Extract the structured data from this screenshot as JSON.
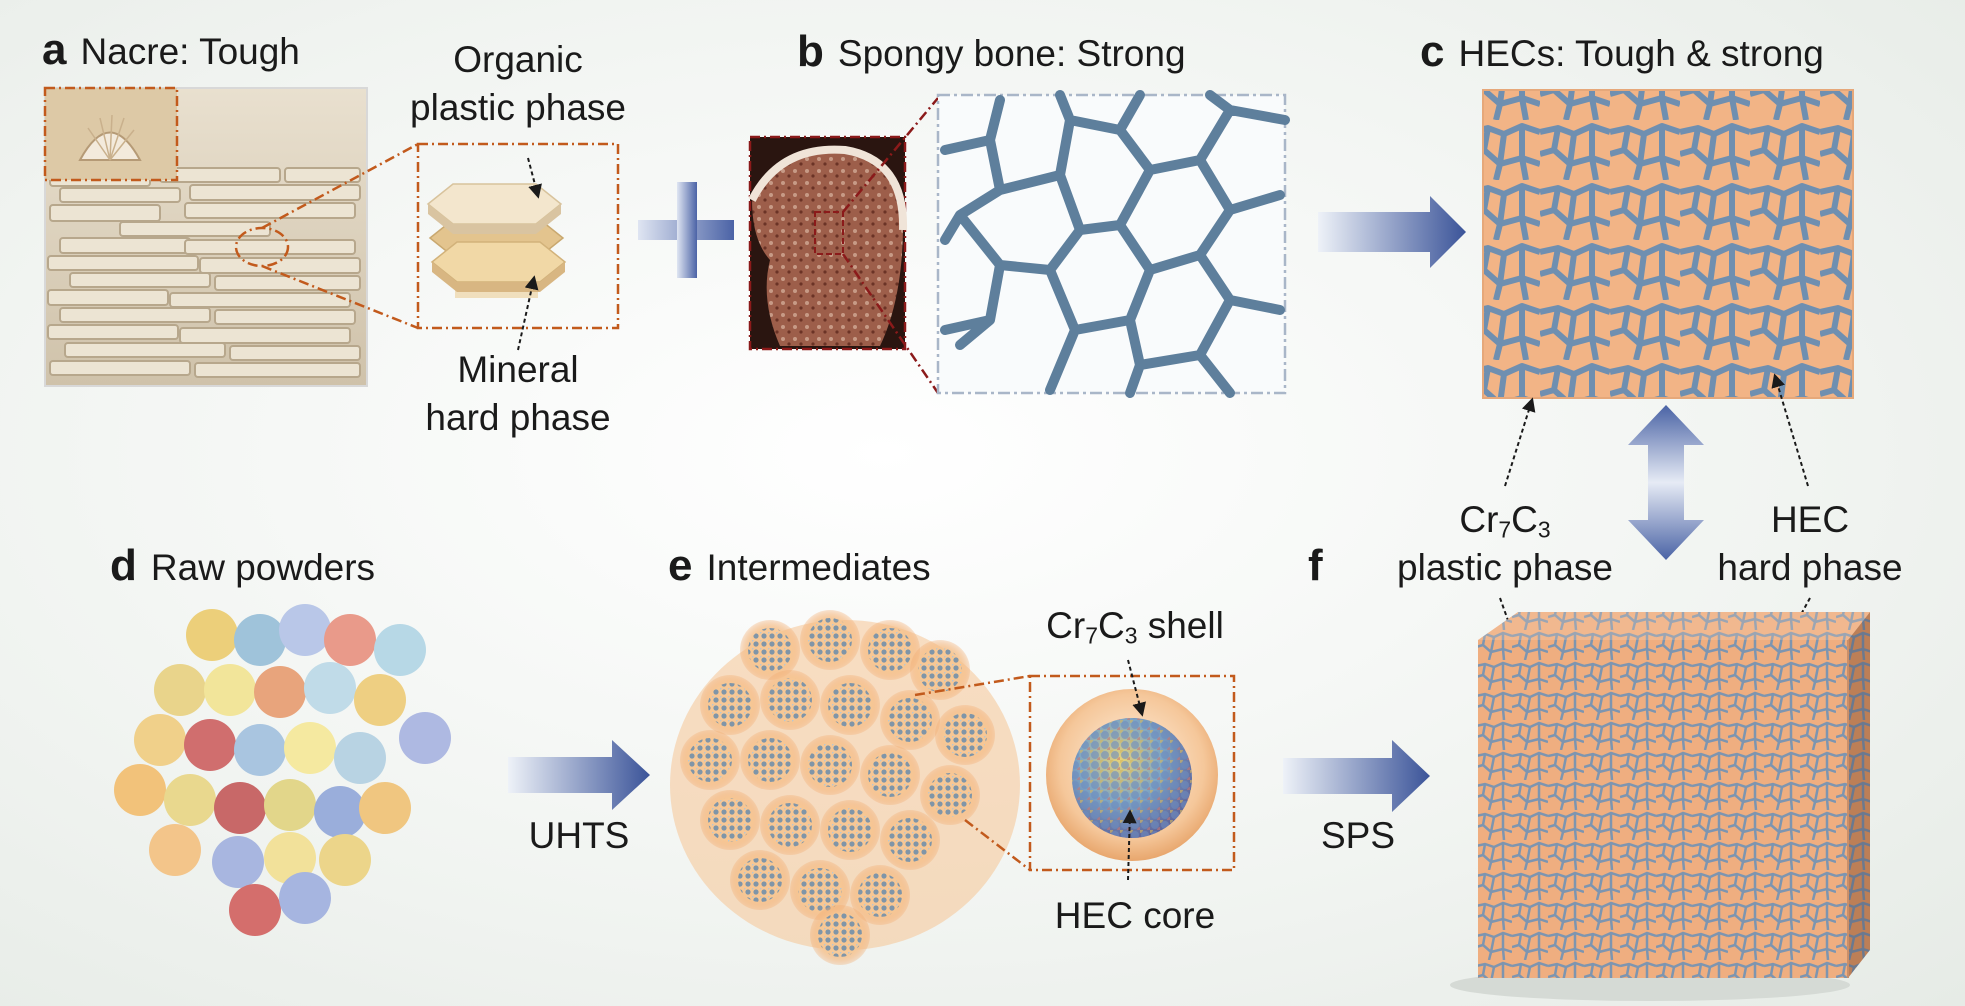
{
  "panels": {
    "a": {
      "letter": "a",
      "title": "Nacre: Tough"
    },
    "b": {
      "letter": "b",
      "title": "Spongy bone: Strong"
    },
    "c": {
      "letter": "c",
      "title": "HECs: Tough & strong"
    },
    "d": {
      "letter": "d",
      "title": "Raw powders"
    },
    "e": {
      "letter": "e",
      "title": "Intermediates"
    },
    "f": {
      "letter": "f",
      "title": ""
    }
  },
  "labels": {
    "organic_line1": "Organic",
    "organic_line2": "plastic phase",
    "mineral_line1": "Mineral",
    "mineral_line2": "hard phase",
    "cr_prefix": "Cr",
    "cr_sub1": "7",
    "cr_mid": "C",
    "cr_sub2": "3",
    "shell_suffix": " shell",
    "hec_core": "HEC core",
    "plastic_phase": "plastic phase",
    "hec_line1": "HEC",
    "hec_line2": "hard phase"
  },
  "arrows": {
    "uhts": "UHTS",
    "sps": "SPS"
  },
  "colors": {
    "arrow_dark": "#3b5499",
    "arrow_light": "#e8edf6",
    "callout": "#c25a1c",
    "bone_network": "#5e7f9c",
    "hec_matrix": "#f2b486",
    "hec_boundary": "#6f8fb0"
  }
}
